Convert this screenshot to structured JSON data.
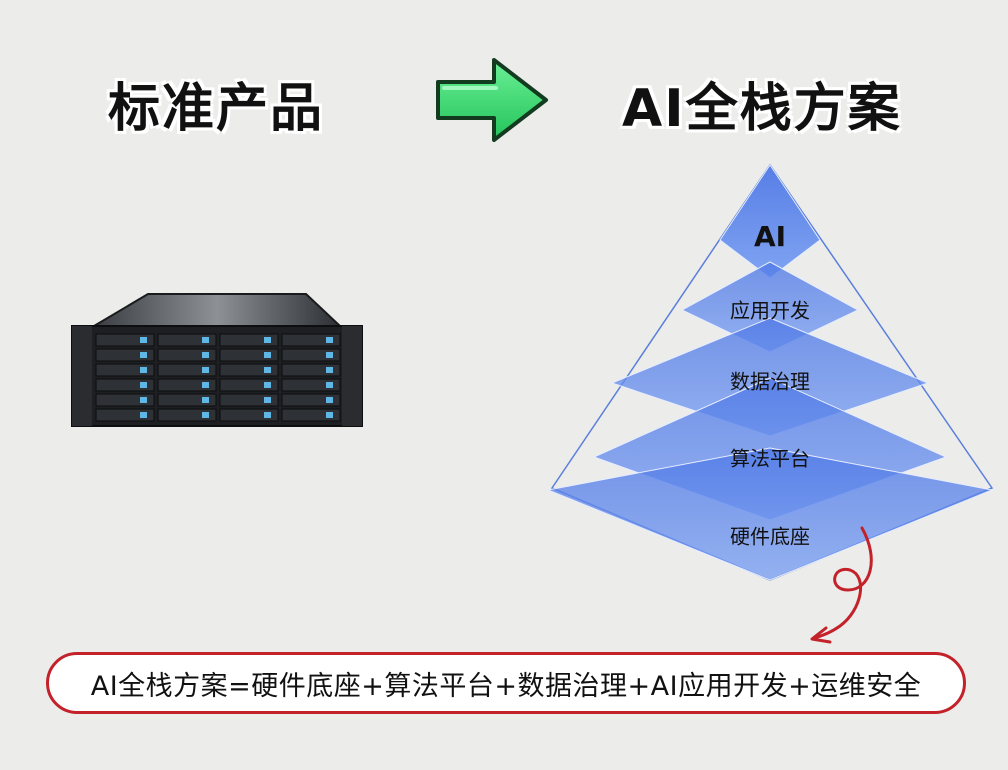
{
  "titles": {
    "left": "标准产品",
    "right": "AI全栈方案"
  },
  "icons": {
    "transition_arrow": "right-arrow-icon",
    "product_image": "rack-server-icon",
    "curl_arrow": "curly-arrow-icon"
  },
  "pyramid": {
    "layers": [
      {
        "label": "AI"
      },
      {
        "label": "应用开发"
      },
      {
        "label": "数据治理"
      },
      {
        "label": "算法平台"
      },
      {
        "label": "硬件底座"
      }
    ]
  },
  "formula": {
    "text": "AI全栈方案=硬件底座+算法平台+数据治理+AI应用开发+运维安全"
  },
  "colors": {
    "arrow_green": "#2fd56b",
    "pyramid_blue": "#5b86ea",
    "accent_red": "#c3222a"
  }
}
